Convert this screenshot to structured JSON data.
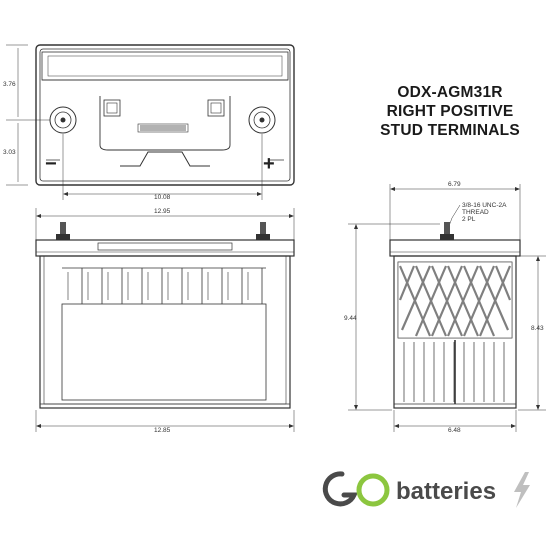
{
  "title": {
    "line1": "ODX-AGM31R",
    "line2": "RIGHT POSITIVE",
    "line3": "STUD TERMINALS"
  },
  "dimensions": {
    "top_height_upper": "3.76",
    "top_height_lower": "3.03",
    "terminal_spacing": "10.08",
    "top_width": "12.95",
    "body_length": "12.85",
    "side_total_height": "9.44",
    "side_case_height": "8.43",
    "side_top_width": "6.79",
    "side_bottom_width": "6.48"
  },
  "thread_note": {
    "line1": "3/8-16 UNC-2A",
    "line2": "THREAD",
    "line3": "2 PL"
  },
  "terminal_symbols": {
    "negative": "−",
    "positive": "+"
  },
  "logo": {
    "brand_text": "batteries",
    "glyph": "GO",
    "icon": "lightning-bolt-icon",
    "colors": {
      "go_gray": "#4a4a4a",
      "go_green": "#8cc63f",
      "text": "#4a4a4a",
      "bolt": "#bfbfbf"
    }
  }
}
